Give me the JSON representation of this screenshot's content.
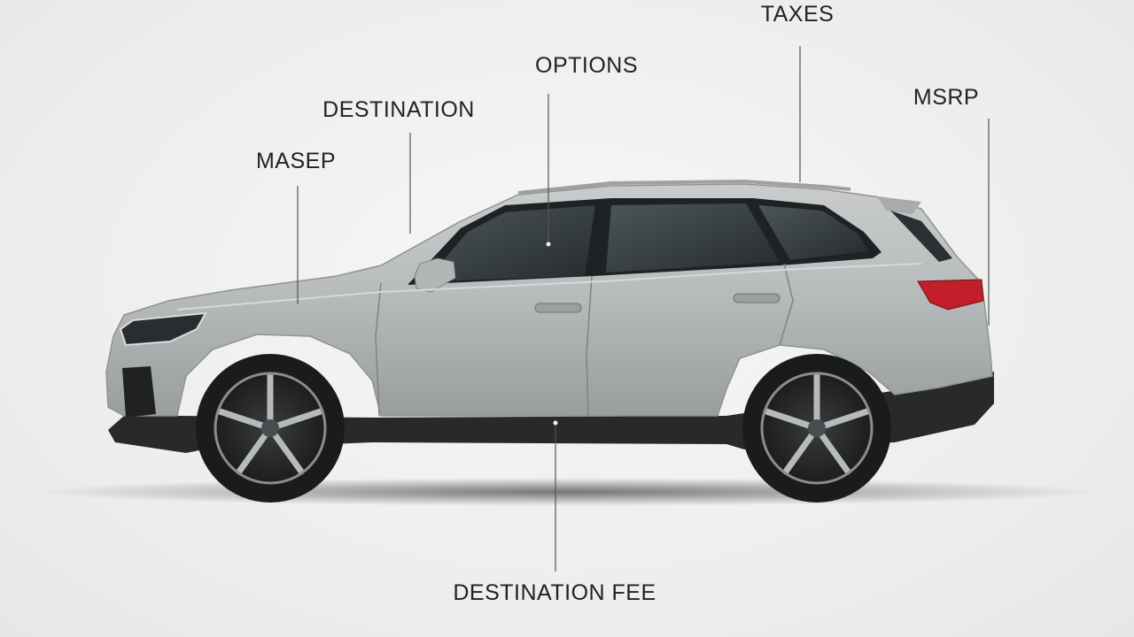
{
  "labels": {
    "masep": "MASEP",
    "destination": "DESTINATION",
    "options": "OPTIONS",
    "taxes": "TAXES",
    "msrp": "MSRP",
    "destination_fee": "DESTINATION FEE"
  },
  "colors": {
    "body": "#b8bbbc",
    "body_dark": "#8e9293",
    "trim": "#2a2c2e",
    "glass": "#3a4245",
    "tail_light": "#c21f2a",
    "leader_line": "#555555"
  }
}
